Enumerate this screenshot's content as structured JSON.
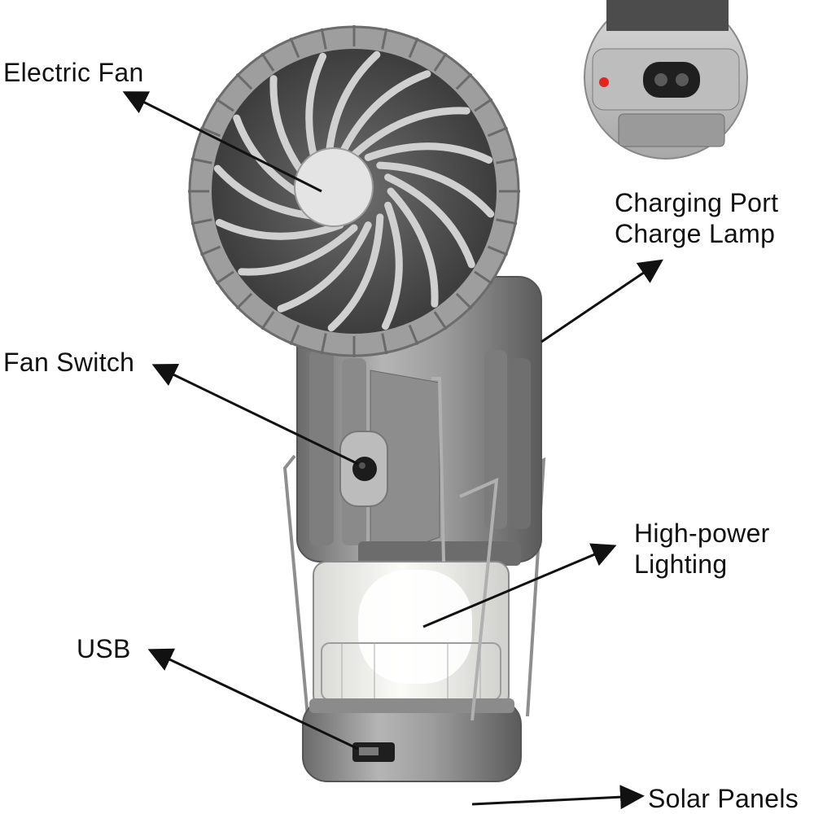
{
  "callouts": {
    "electric_fan": "Electric Fan",
    "charging_port": "Charging Port",
    "charge_lamp": "Charge Lamp",
    "fan_switch": "Fan Switch",
    "lighting_line1": "High-power",
    "lighting_line2": "Lighting",
    "usb": "USB",
    "solar_panels": "Solar Panels"
  },
  "colors": {
    "body_silver": "#9a9a9a",
    "body_dark": "#5e5e5e",
    "fan_blade": "#c8c8c8",
    "lamp_glow": "#f4f4f0",
    "indicator_red": "#e2261d",
    "text": "#111111",
    "arrow": "#111111"
  }
}
